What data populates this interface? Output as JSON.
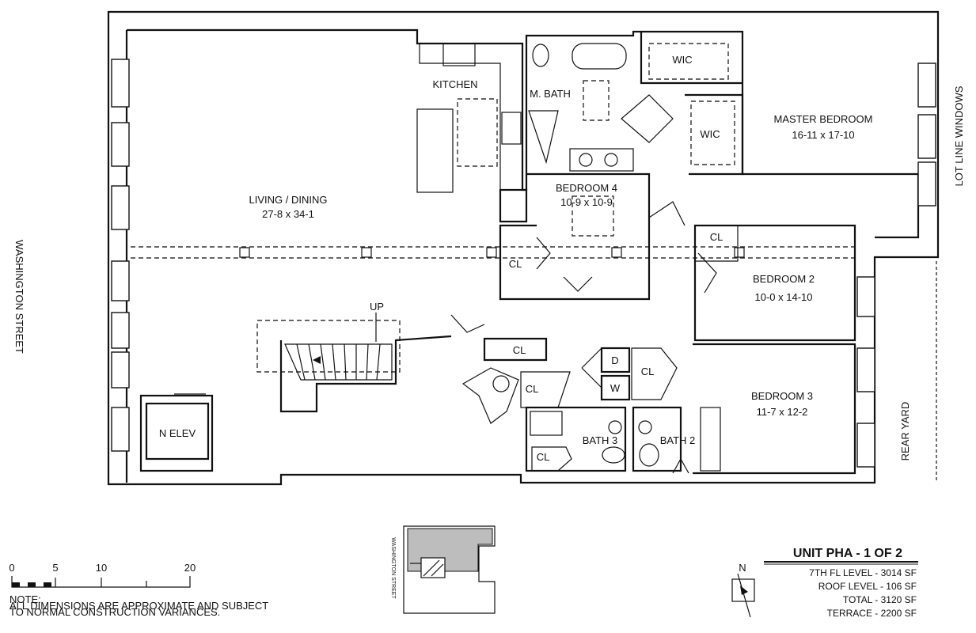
{
  "street_label": "WASHINGTON STREET",
  "lot_line_label": "LOT LINE WINDOWS",
  "rear_yard_label": "REAR YARD",
  "rooms": {
    "living": {
      "name": "LIVING / DINING",
      "dims": "27-8 x 34-1"
    },
    "kitchen": {
      "name": "KITCHEN"
    },
    "master_bath": {
      "name": "M. BATH"
    },
    "wic_1": {
      "name": "WIC"
    },
    "wic_2": {
      "name": "WIC"
    },
    "master_bedroom": {
      "name": "MASTER BEDROOM",
      "dims": "16-11 x 17-10"
    },
    "bedroom4": {
      "name": "BEDROOM 4",
      "dims": "10-9 x 10-9"
    },
    "bedroom2": {
      "name": "BEDROOM 2",
      "dims": "10-0 x 14-10"
    },
    "bedroom3": {
      "name": "BEDROOM 3",
      "dims": "11-7 x 12-2"
    },
    "bath3": {
      "name": "BATH 3"
    },
    "bath2": {
      "name": "BATH 2"
    },
    "elevator": {
      "name": "N ELEV"
    },
    "closets": [
      "CL",
      "CL",
      "CL",
      "CL",
      "CL",
      "CL"
    ],
    "washer": "W",
    "dryer": "D",
    "stair_up": "UP"
  },
  "key_plan": {
    "street": "WASHINGTON STREET"
  },
  "scale": {
    "ticks": [
      "0",
      "5",
      "10",
      "20"
    ],
    "note_title": "NOTE:",
    "note_text_1": "ALL DIMENSIONS ARE APPROXIMATE AND SUBJECT",
    "note_text_2": "TO NORMAL CONSTRUCTION VARIANCES."
  },
  "north_label": "N",
  "unit": {
    "title": "UNIT PHA - 1 OF 2",
    "lines": [
      "7TH FL LEVEL - 3014 SF",
      "ROOF LEVEL -   106 SF",
      "TOTAL - 3120 SF",
      "TERRACE - 2200 SF"
    ]
  }
}
